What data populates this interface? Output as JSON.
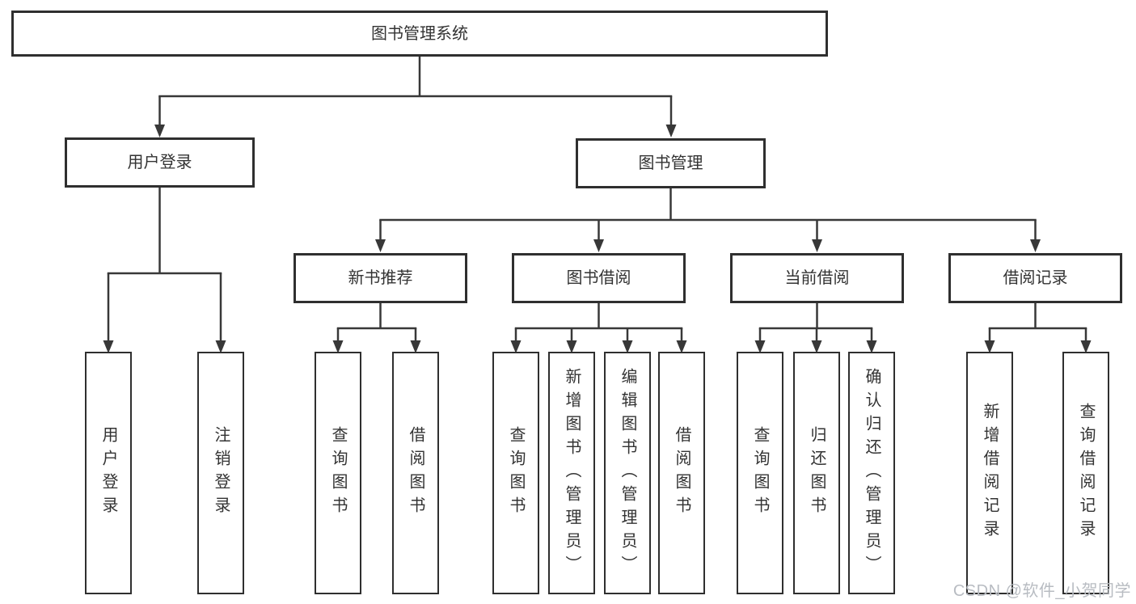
{
  "tree": {
    "label": "图书管理系统",
    "children": [
      {
        "label": "用户登录",
        "children": [
          {
            "label": "用户登录"
          },
          {
            "label": "注销登录"
          }
        ]
      },
      {
        "label": "图书管理",
        "children": [
          {
            "label": "新书推荐",
            "children": [
              {
                "label": "查询图书"
              },
              {
                "label": "借阅图书"
              }
            ]
          },
          {
            "label": "图书借阅",
            "children": [
              {
                "label": "查询图书"
              },
              {
                "label": "新增图书（管理员）"
              },
              {
                "label": "编辑图书（管理员）"
              },
              {
                "label": "借阅图书"
              }
            ]
          },
          {
            "label": "当前借阅",
            "children": [
              {
                "label": "查询图书"
              },
              {
                "label": "归还图书"
              },
              {
                "label": "确认归还（管理员）"
              }
            ]
          },
          {
            "label": "借阅记录",
            "children": [
              {
                "label": "新增借阅记录"
              },
              {
                "label": "查询借阅记录"
              }
            ]
          }
        ]
      }
    ]
  },
  "watermark": {
    "text": "CSDN @软件_小贺同学",
    "color": "#b8bcc2"
  },
  "style": {
    "line_color": "#383838",
    "box_border_color": "#2f2f2f",
    "background_color": "#ffffff"
  }
}
